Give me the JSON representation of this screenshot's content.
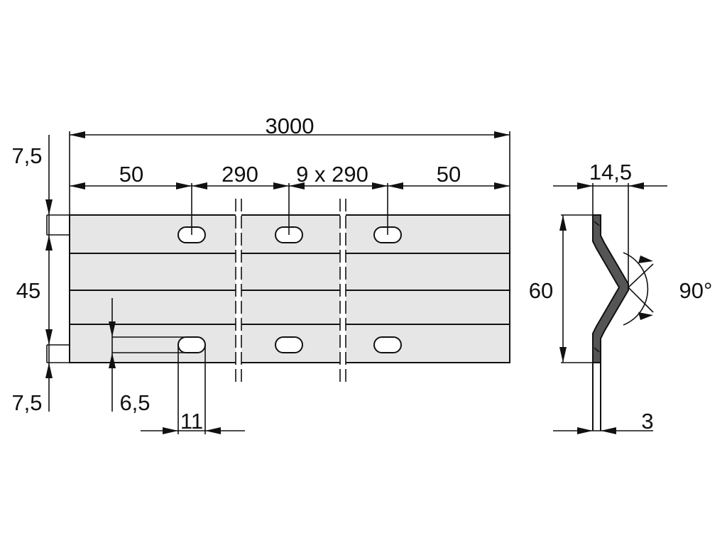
{
  "colors": {
    "line": "#111111",
    "plate_fill": "#e6e6e6",
    "background": "#ffffff"
  },
  "dimensions": {
    "overall_length": "3000",
    "end_left": "50",
    "first_pitch": "290",
    "pitch_count": "9 x 290",
    "end_right": "50",
    "edge_top": "7,5",
    "hole_span": "45",
    "edge_bottom": "7,5",
    "slot_width": "6,5",
    "slot_length": "11",
    "profile_depth": "14,5",
    "profile_height": "60",
    "bend_angle": "90°",
    "thickness": "3"
  }
}
